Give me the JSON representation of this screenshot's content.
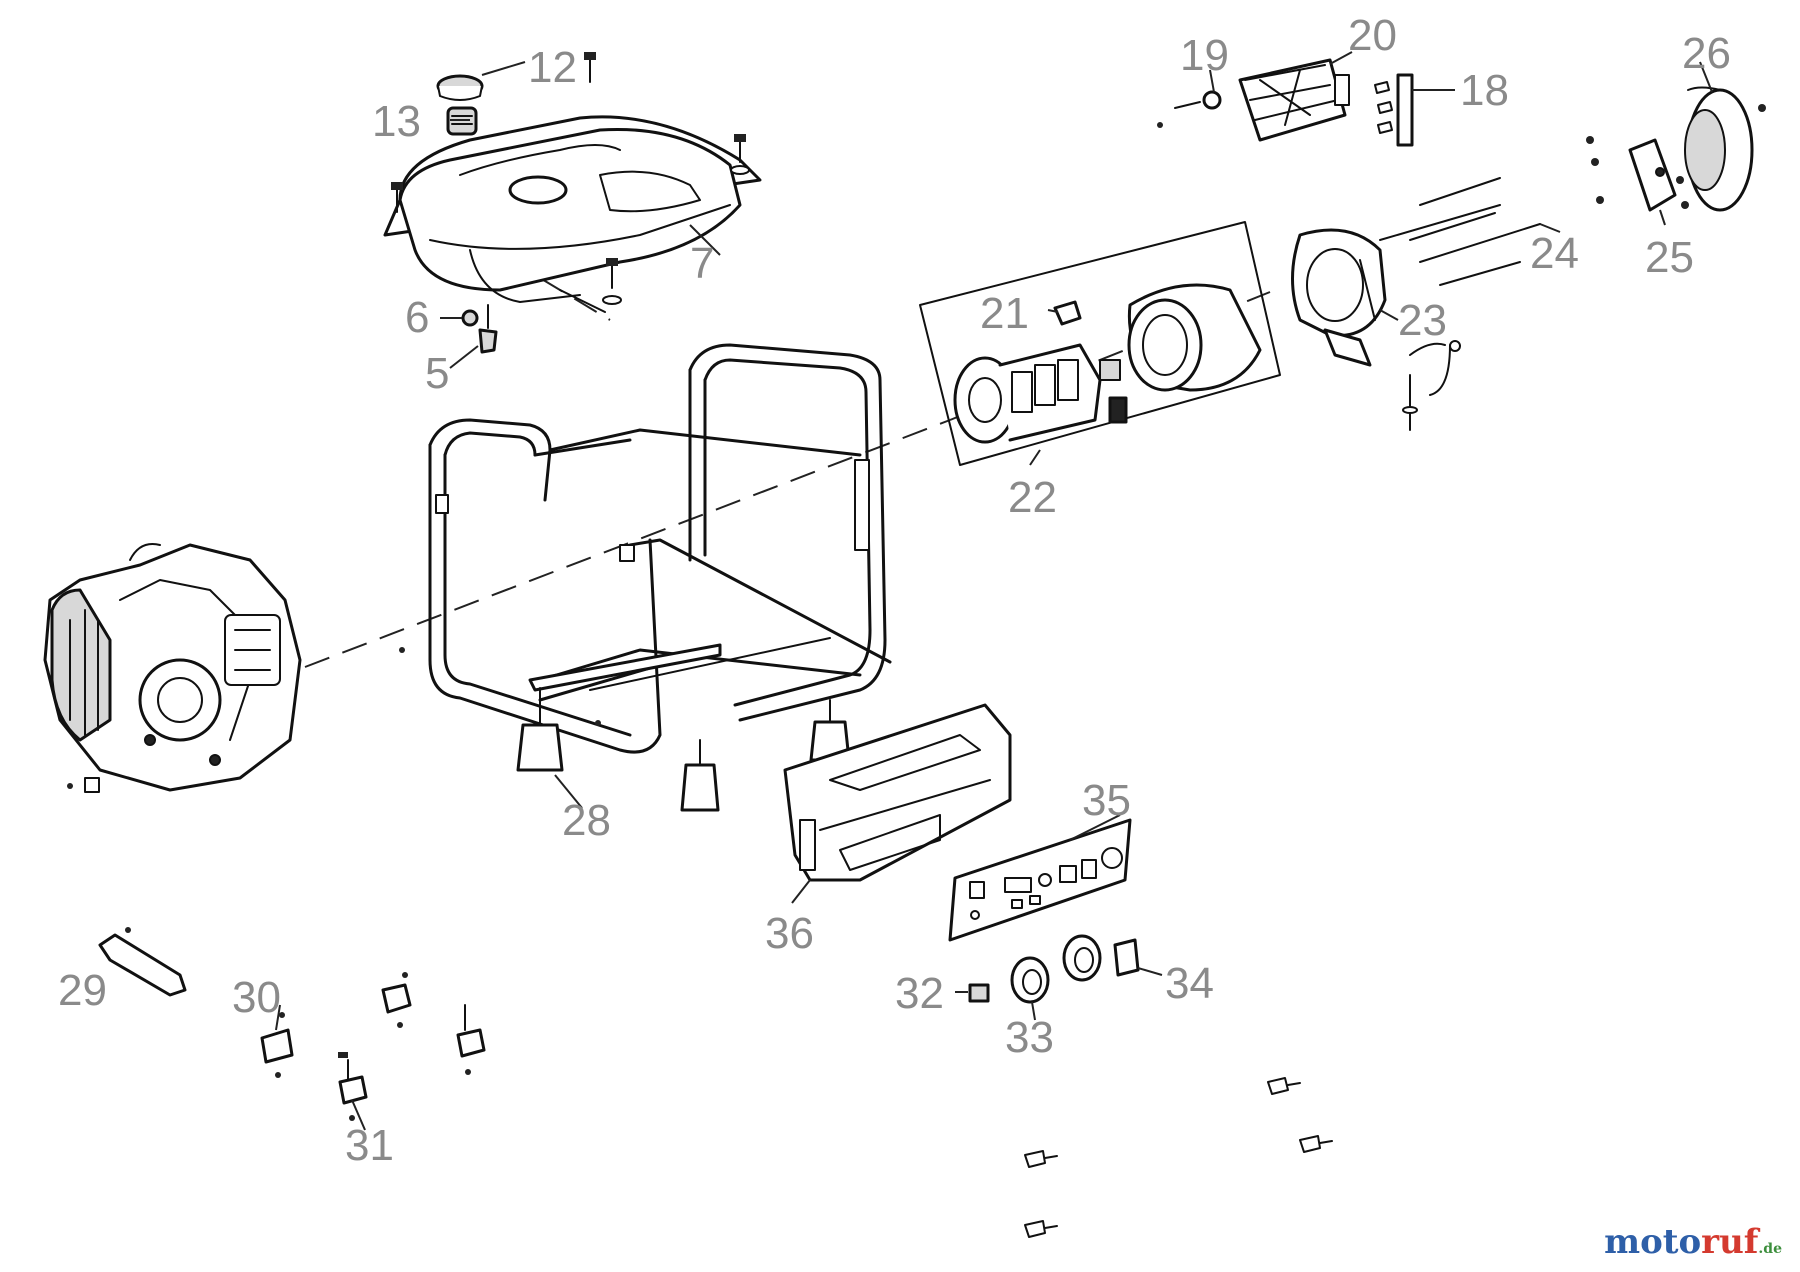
{
  "diagram": {
    "labels": {
      "p5": "5",
      "p6": "6",
      "p7": "7",
      "p12": "12",
      "p13": "13",
      "p18": "18",
      "p19": "19",
      "p20": "20",
      "p21": "21",
      "p22": "22",
      "p23": "23",
      "p24": "24",
      "p25": "25",
      "p26": "26",
      "p28": "28",
      "p29": "29",
      "p30": "30",
      "p31": "31",
      "p32": "32",
      "p33": "33",
      "p34": "34",
      "p35": "35",
      "p36": "36"
    },
    "label_color": "#8a8a8a",
    "line_color": "#111111"
  },
  "watermark": {
    "text_moto": "moto",
    "text_ruf": "ruf",
    "text_de": ".de",
    "colors": [
      "#2e5fa8",
      "#d43a2f",
      "#e3a21a",
      "#3c8e3c",
      "#7a3fa0"
    ]
  }
}
